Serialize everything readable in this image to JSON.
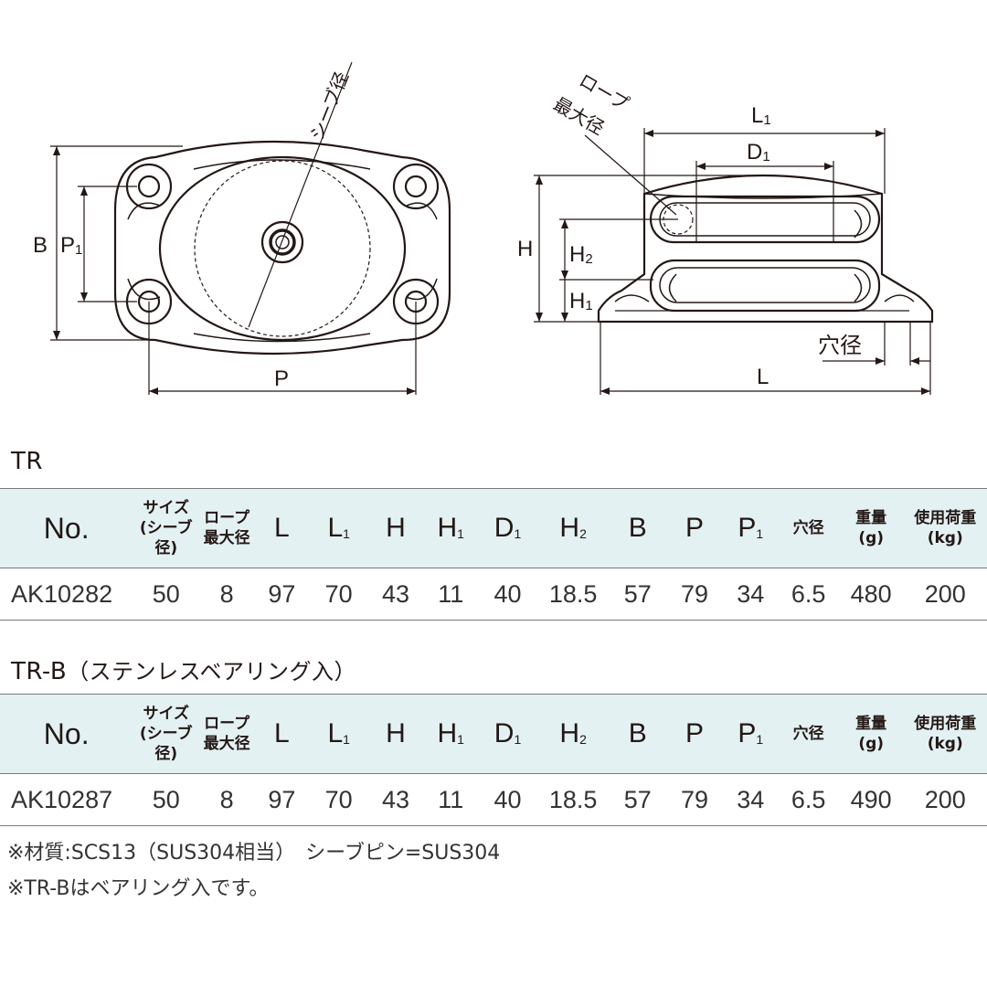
{
  "drawing": {
    "top_view": {
      "sheave_diameter_label": "シーブ径",
      "label_B": "B",
      "label_P1": "P",
      "label_P1_sub": "1",
      "label_P": "P"
    },
    "side_view": {
      "rope_label_line1": "ロープ",
      "rope_label_line2": "最大径",
      "label_L1": "L",
      "label_L1_sub": "1",
      "label_D1": "D",
      "label_D1_sub": "1",
      "label_H": "H",
      "label_H2": "H",
      "label_H2_sub": "2",
      "label_H1": "H",
      "label_H1_sub": "1",
      "hole_label": "穴径",
      "label_L": "L"
    }
  },
  "columns": [
    {
      "key": "no",
      "label": "No.",
      "style": "no"
    },
    {
      "key": "size",
      "label_line1": "サイズ",
      "label_line2": "(シーブ径)",
      "style": "small"
    },
    {
      "key": "rope",
      "label_line1": "ロープ",
      "label_line2": "最大径",
      "style": "small"
    },
    {
      "key": "L",
      "label": "L",
      "style": "big"
    },
    {
      "key": "L1",
      "label": "L",
      "sub": "1",
      "style": "big"
    },
    {
      "key": "H",
      "label": "H",
      "style": "big"
    },
    {
      "key": "H1",
      "label": "H",
      "sub": "1",
      "style": "big"
    },
    {
      "key": "D1",
      "label": "D",
      "sub": "1",
      "style": "big"
    },
    {
      "key": "H2",
      "label": "H",
      "sub": "2",
      "style": "big"
    },
    {
      "key": "B",
      "label": "B",
      "style": "big"
    },
    {
      "key": "P",
      "label": "P",
      "style": "big"
    },
    {
      "key": "P1",
      "label": "P",
      "sub": "1",
      "style": "big"
    },
    {
      "key": "hole",
      "label_line1": "穴径",
      "style": "small"
    },
    {
      "key": "weight",
      "label_line1": "重量",
      "label_line2": "(g)",
      "style": "small"
    },
    {
      "key": "load",
      "label_line1": "使用荷重",
      "label_line2": "(kg)",
      "style": "small"
    }
  ],
  "tables": [
    {
      "title": "TR",
      "title_suffix": "",
      "rows": [
        [
          "AK10282",
          "50",
          "8",
          "97",
          "70",
          "43",
          "11",
          "40",
          "18.5",
          "57",
          "79",
          "34",
          "6.5",
          "480",
          "200"
        ]
      ]
    },
    {
      "title": "TR-B",
      "title_suffix": "（ステンレスベアリング入）",
      "rows": [
        [
          "AK10287",
          "50",
          "8",
          "97",
          "70",
          "43",
          "11",
          "40",
          "18.5",
          "57",
          "79",
          "34",
          "6.5",
          "490",
          "200"
        ]
      ]
    }
  ],
  "notes": [
    "※材質:SCS13（SUS304相当）　シーブピン=SUS304",
    "※TR-Bはベアリング入です。"
  ]
}
